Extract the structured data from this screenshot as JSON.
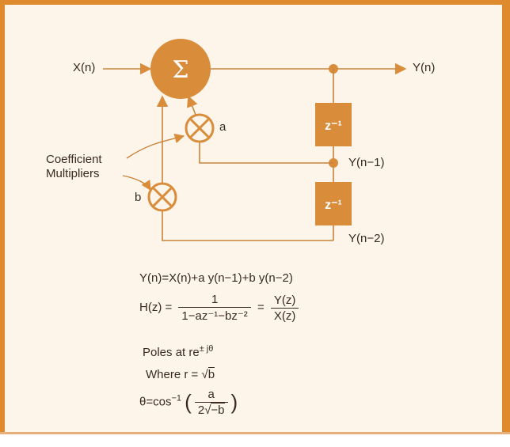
{
  "colors": {
    "accent": "#d98c3a",
    "frame": "#e08a2e",
    "background": "#fdf5ea",
    "text": "#3a2a1e",
    "line": "#c8843c"
  },
  "diagram": {
    "input_label": "X(n)",
    "output_label": "Y(n)",
    "summer_symbol": "Σ",
    "delay_label": "z⁻¹",
    "delay2_label": "z⁻¹",
    "tap1_label": "Y(n−1)",
    "tap2_label": "Y(n−2)",
    "coef_a_label": "a",
    "coef_b_label": "b",
    "annotation_line1": "Coefficient",
    "annotation_line2": "Multipliers"
  },
  "equations": {
    "difference": "Y(n)=X(n)+a y(n−1)+b y(n−2)",
    "h_lhs": "H(z) =",
    "h_num": "1",
    "h_den": "1−az⁻¹−bz⁻²",
    "h_eq": "=",
    "h_num2": "Y(z)",
    "h_den2": "X(z)",
    "poles_prefix": "Poles at re",
    "poles_exp": "± jθ",
    "where_prefix": "Where r =",
    "where_sqrt": "b",
    "theta_prefix": "θ=cos",
    "theta_exp": "−1",
    "theta_num": "a",
    "theta_den_pre": "2",
    "theta_den_sqrt": "−b"
  }
}
